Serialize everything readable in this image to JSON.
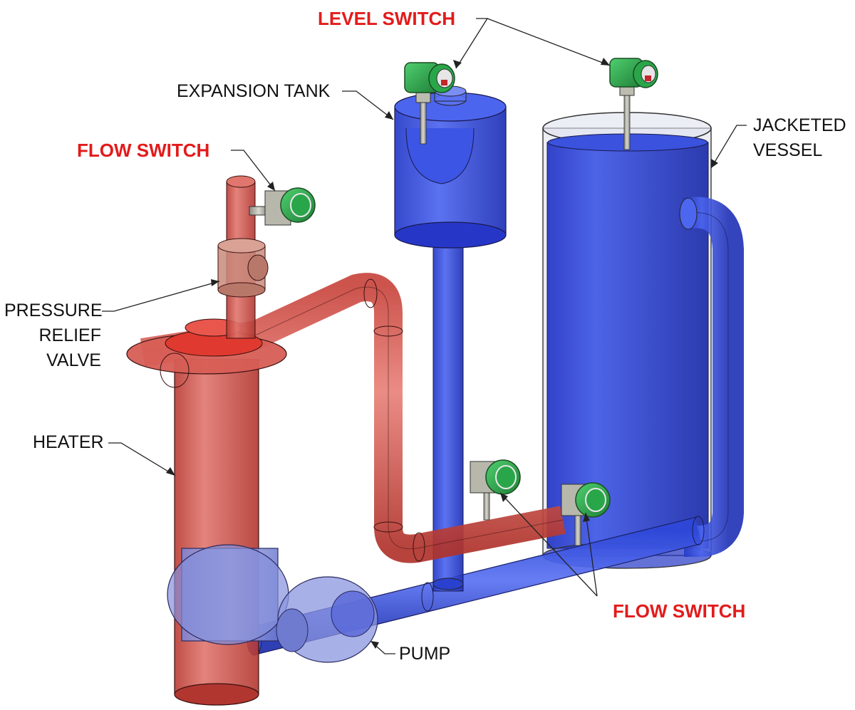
{
  "labels": {
    "level_switch": "LEVEL SWITCH",
    "expansion_tank": "EXPANSION TANK",
    "flow_switch_top": "FLOW SWITCH",
    "jacketed_vessel_1": "JACKETED",
    "jacketed_vessel_2": "VESSEL",
    "pressure_relief_1": "PRESSURE",
    "pressure_relief_2": "RELIEF",
    "pressure_relief_3": "VALVE",
    "heater": "HEATER",
    "flow_switch_bottom": "FLOW SWITCH",
    "pump": "PUMP"
  },
  "colors": {
    "hot_loop": "#d9534a",
    "cold_loop": "#2f4fe0",
    "switch_housing": "#2e9e4a",
    "highlight_label": "#e31b1b",
    "label_text": "#111111",
    "leader_line": "#222222"
  }
}
